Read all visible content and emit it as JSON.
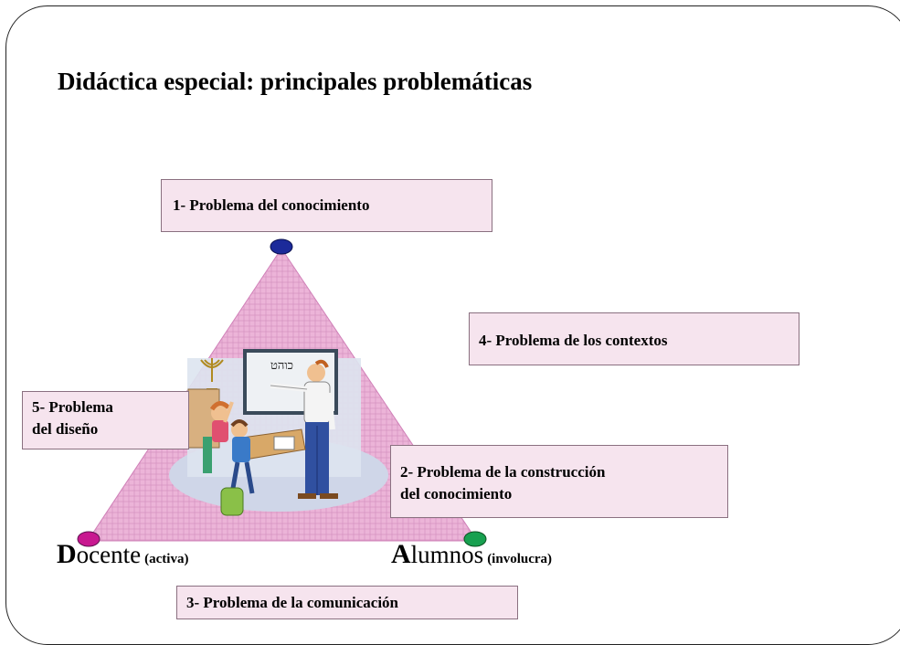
{
  "title": "Didáctica especial: principales problemáticas",
  "boxes": {
    "conocimiento": "1- Problema del conocimiento",
    "construccion_line1": "2- Problema de la construcción",
    "construccion_line2": "del conocimiento",
    "comunicacion": "3- Problema de la comunicación",
    "contextos": "4- Problema de los contextos",
    "diseno_line1": "5- Problema",
    "diseno_line2": "del diseño"
  },
  "vertices": {
    "docente": {
      "initial": "D",
      "rest": "ocente",
      "note": "(activa)"
    },
    "alumnos": {
      "initial": "A",
      "rest": "lumnos",
      "note": "(involucra)"
    }
  },
  "colors": {
    "triangle_fill": "#ecb4d8",
    "top_node": "#1c2a9a",
    "left_node": "#c81890",
    "right_node": "#18a050"
  },
  "illustration": "teacher-classroom-clipart"
}
